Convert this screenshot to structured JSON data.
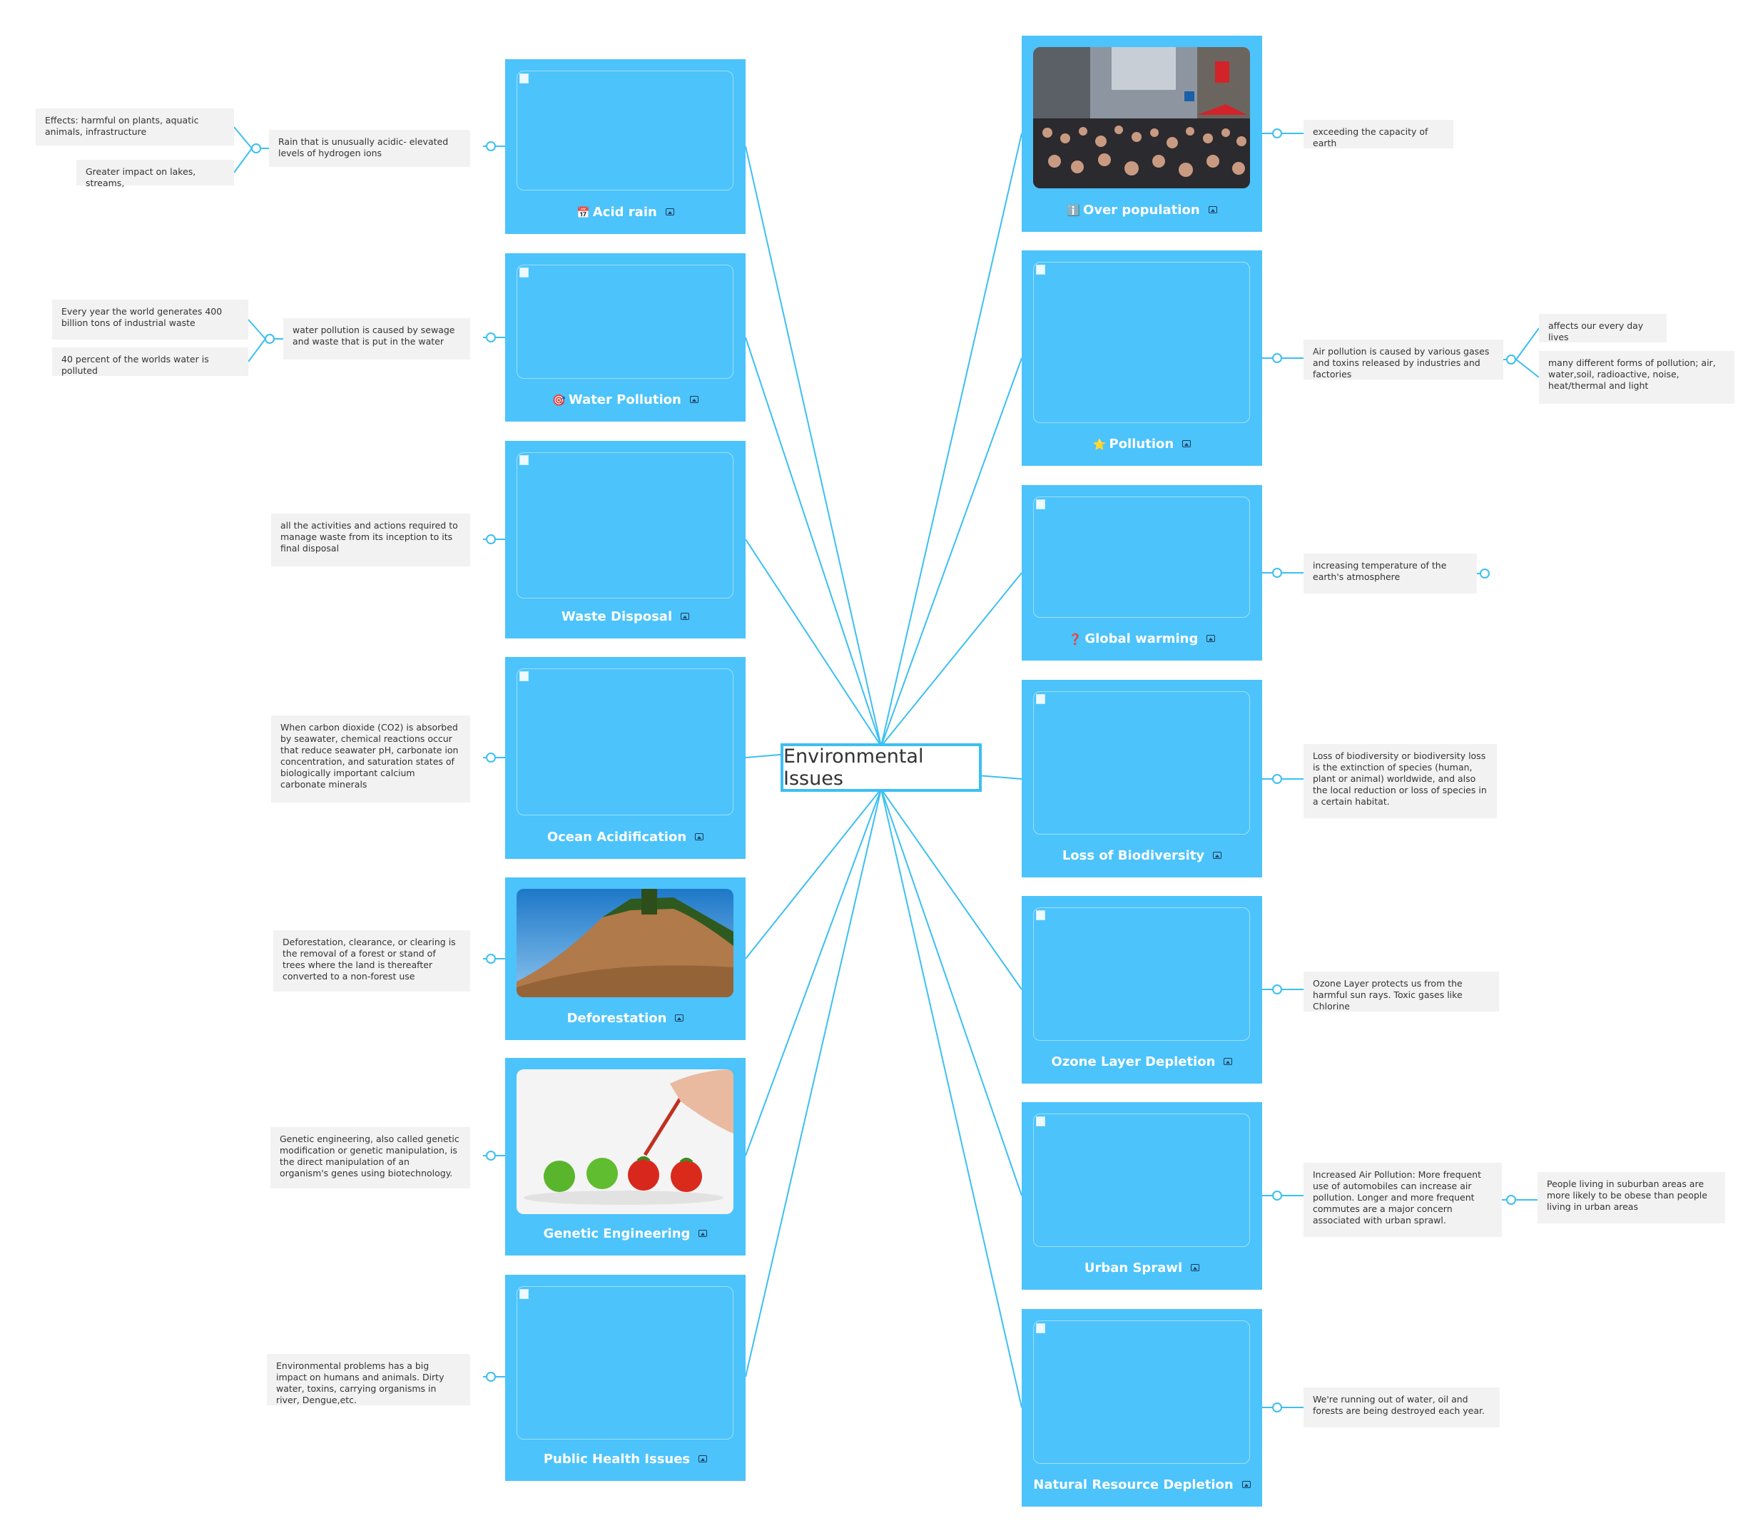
{
  "center": "Environmental Issues",
  "colors": {
    "topic_fill": "#4cc3fb",
    "line": "#3cbff3",
    "note_fill": "#f2f2f2"
  },
  "left_topics": [
    {
      "label": "Acid rain",
      "emoji": "📅",
      "notes": [
        "Rain that is unusually acidic- elevated levels of hydrogen ions"
      ],
      "sub_notes": [
        "Effects: harmful on plants, aquatic animals, infrastructure",
        "Greater impact on lakes, streams,"
      ]
    },
    {
      "label": "Water Pollution",
      "emoji": "🎯",
      "notes": [
        "water pollution is caused by sewage and waste that is put in the water"
      ],
      "sub_notes": [
        "Every year the world generates 400 billion tons of industrial waste",
        "40 percent of the worlds water is polluted"
      ]
    },
    {
      "label": "Waste Disposal",
      "emoji": "",
      "notes": [
        "all the activities and actions required to manage waste from its inception to its final disposal"
      ],
      "sub_notes": []
    },
    {
      "label": "Ocean Acidification",
      "emoji": "",
      "notes": [
        "When carbon dioxide (CO2) is absorbed by seawater, chemical reactions occur that reduce seawater pH, carbonate ion concentration, and saturation states of biologically important calcium carbonate minerals"
      ],
      "sub_notes": []
    },
    {
      "label": "Deforestation",
      "emoji": "",
      "notes": [
        "Deforestation, clearance, or clearing is the removal of a forest or stand of trees where the land is thereafter converted to a non-forest use"
      ],
      "sub_notes": []
    },
    {
      "label": "Genetic Engineering",
      "emoji": "",
      "notes": [
        "Genetic engineering, also called genetic modification or genetic manipulation, is the direct manipulation of an organism's genes using biotechnology."
      ],
      "sub_notes": []
    },
    {
      "label": "Public Health Issues",
      "emoji": "",
      "notes": [
        "Environmental problems has a big impact on humans and animals. Dirty water, toxins, carrying organisms in river, Dengue,etc."
      ],
      "sub_notes": []
    }
  ],
  "right_topics": [
    {
      "label": "Over population",
      "emoji": "ℹ️",
      "notes": [
        "exceeding the capacity of earth"
      ],
      "sub_notes": []
    },
    {
      "label": "Pollution",
      "emoji": "⭐",
      "notes": [
        "Air pollution is caused by various gases and toxins released by industries and factories"
      ],
      "sub_notes": [
        "affects our every day lives",
        "many different forms of pollution; air, water,soil, radioactive, noise, heat/thermal and light"
      ]
    },
    {
      "label": "Global warming",
      "emoji": "❓",
      "notes": [
        "increasing temperature of the earth's atmosphere"
      ],
      "sub_notes": []
    },
    {
      "label": "Loss of Biodiversity",
      "emoji": "",
      "notes": [
        "Loss of biodiversity or biodiversity loss is the extinction of species (human, plant or animal) worldwide, and also the local reduction or loss of species in a certain habitat."
      ],
      "sub_notes": []
    },
    {
      "label": "Ozone Layer Depletion",
      "emoji": "",
      "notes": [
        "Ozone Layer protects us from the harmful sun rays. Toxic gases like Chlorine"
      ],
      "sub_notes": []
    },
    {
      "label": "Urban Sprawl",
      "emoji": "",
      "notes": [
        "Increased Air Pollution: More frequent use of automobiles can increase air pollution. Longer and more frequent commutes are a major concern associated with urban sprawl."
      ],
      "sub_notes": [
        "People living in suburban areas are more likely to be obese than people living in urban areas"
      ]
    },
    {
      "label": "Natural Resource Depletion",
      "emoji": "",
      "notes": [
        "We're running out of water, oil and forests are being destroyed each year."
      ],
      "sub_notes": []
    }
  ]
}
